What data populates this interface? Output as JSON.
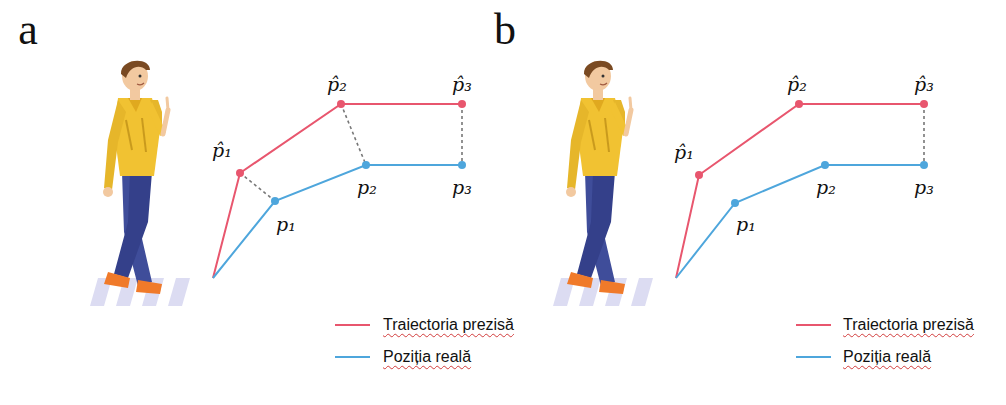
{
  "diagram": {
    "labels": [
      "a",
      "p̂₁",
      "p̂₂",
      "p̂₃",
      "p₁",
      "p₂",
      "p₃",
      "b",
      "p̂₁",
      "p̂₂",
      "p̂₃",
      "p₁",
      "p₂",
      "p₃"
    ],
    "legend": [
      {
        "text": "Traiectoria prezisă"
      },
      {
        "text": "Poziția reală"
      },
      {
        "text": "Traiectoria prezisă"
      },
      {
        "text": "Poziția reală"
      }
    ]
  }
}
